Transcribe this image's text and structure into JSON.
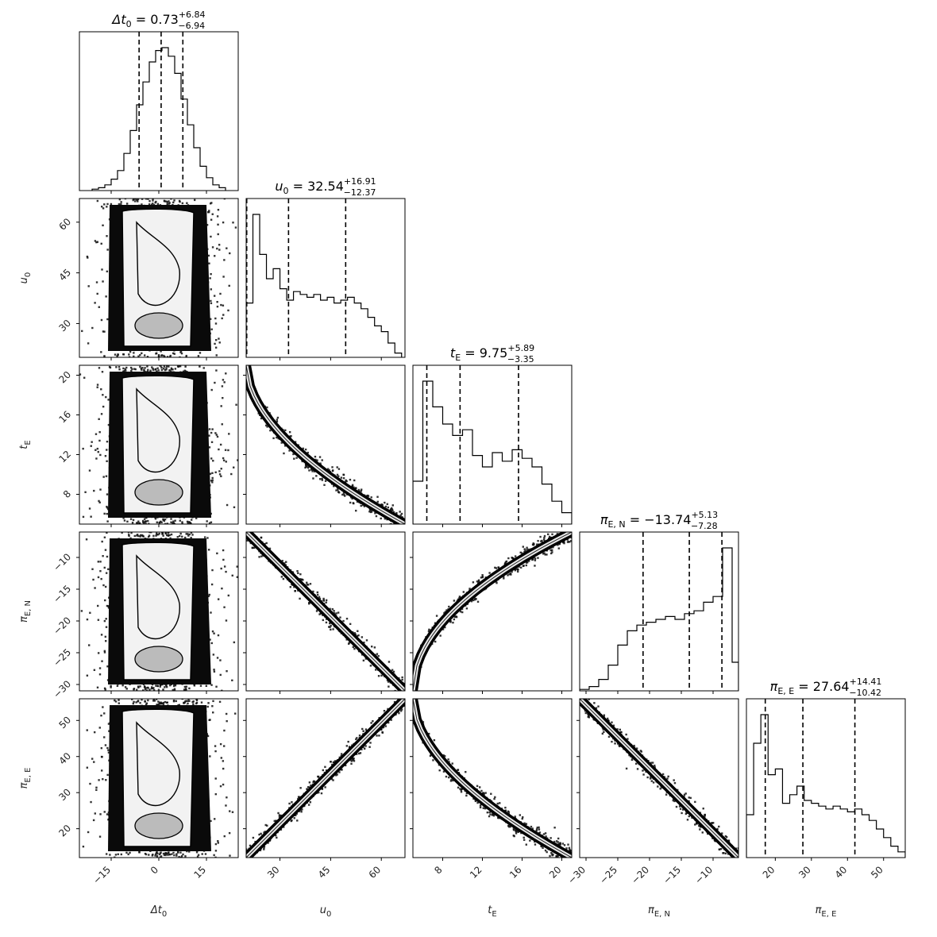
{
  "chart_data": {
    "type": "corner",
    "grid": false,
    "params": [
      {
        "key": "dt0",
        "label": "Δt",
        "sub": "0",
        "title_value": "0.73",
        "plus": "6.84",
        "minus": "6.94",
        "range": [
          -25,
          25
        ],
        "ticks": [
          -15,
          0,
          15
        ],
        "tick_labels": [
          "−15",
          "0",
          "15"
        ],
        "quantiles": [
          -6.21,
          0.73,
          7.57
        ],
        "hist_bins": [
          -21,
          -19,
          -17,
          -15,
          -13,
          -11,
          -9,
          -7,
          -5,
          -3,
          -1,
          1,
          3,
          5,
          7,
          9,
          11,
          13,
          15,
          17,
          19,
          21
        ],
        "hist_values": [
          1,
          2,
          4,
          8,
          14,
          26,
          42,
          60,
          76,
          90,
          98,
          100,
          94,
          82,
          64,
          46,
          30,
          17,
          9,
          4,
          2
        ]
      },
      {
        "key": "u0",
        "label": "u",
        "sub": "0",
        "title_value": "32.54",
        "plus": "16.91",
        "minus": "12.37",
        "range": [
          20,
          67
        ],
        "ticks": [
          30,
          45,
          60
        ],
        "tick_labels": [
          "30",
          "45",
          "60"
        ],
        "quantiles": [
          20.17,
          32.54,
          49.45
        ],
        "hist_bins": [
          20,
          22,
          24,
          26,
          28,
          30,
          32,
          34,
          36,
          38,
          40,
          42,
          44,
          46,
          48,
          50,
          52,
          54,
          56,
          58,
          60,
          62,
          64,
          66
        ],
        "hist_values": [
          38,
          100,
          72,
          55,
          62,
          48,
          40,
          46,
          44,
          42,
          44,
          40,
          42,
          38,
          40,
          42,
          38,
          34,
          28,
          22,
          18,
          10,
          3
        ]
      },
      {
        "key": "tE",
        "label": "t",
        "sub": "E",
        "title_value": "9.75",
        "plus": "5.89",
        "minus": "3.35",
        "range": [
          5,
          21
        ],
        "ticks": [
          8,
          12,
          16,
          20
        ],
        "tick_labels": [
          "8",
          "12",
          "16",
          "20"
        ],
        "quantiles": [
          6.4,
          9.75,
          15.64
        ],
        "hist_bins": [
          5,
          6,
          7,
          8,
          9,
          10,
          11,
          12,
          13,
          14,
          15,
          16,
          17,
          18,
          19,
          20,
          21
        ],
        "hist_values": [
          30,
          100,
          82,
          70,
          62,
          66,
          48,
          40,
          50,
          44,
          52,
          46,
          40,
          28,
          16,
          8
        ]
      },
      {
        "key": "piEN",
        "label": "π",
        "sub": "E, N",
        "title_value": "−13.74",
        "plus": "5.13",
        "minus": "7.28",
        "range": [
          -31,
          -6
        ],
        "ticks": [
          -30,
          -25,
          -20,
          -15,
          -10
        ],
        "tick_labels": [
          "−30",
          "−25",
          "−20",
          "−15",
          "−10"
        ],
        "quantiles": [
          -21.02,
          -13.74,
          -8.61
        ],
        "hist_bins": [
          -31,
          -29.5,
          -28,
          -26.5,
          -25,
          -23.5,
          -22,
          -20.5,
          -19,
          -17.5,
          -16,
          -14.5,
          -13,
          -11.5,
          -10,
          -8.5,
          -7,
          -6
        ],
        "hist_values": [
          1,
          3,
          8,
          18,
          32,
          42,
          46,
          48,
          50,
          52,
          50,
          54,
          56,
          62,
          66,
          100,
          20
        ]
      },
      {
        "key": "piEE",
        "label": "π",
        "sub": "E, E",
        "title_value": "27.64",
        "plus": "14.41",
        "minus": "10.42",
        "range": [
          12,
          56
        ],
        "ticks": [
          20,
          30,
          40,
          50
        ],
        "tick_labels": [
          "20",
          "30",
          "40",
          "50"
        ],
        "quantiles": [
          17.22,
          27.64,
          42.05
        ],
        "hist_bins": [
          12,
          14,
          16,
          18,
          20,
          22,
          24,
          26,
          28,
          30,
          32,
          34,
          36,
          38,
          40,
          42,
          44,
          46,
          48,
          50,
          52,
          54,
          56
        ],
        "hist_values": [
          30,
          80,
          100,
          58,
          62,
          38,
          44,
          50,
          40,
          38,
          36,
          34,
          36,
          34,
          32,
          34,
          30,
          26,
          20,
          14,
          8,
          4
        ]
      }
    ]
  }
}
